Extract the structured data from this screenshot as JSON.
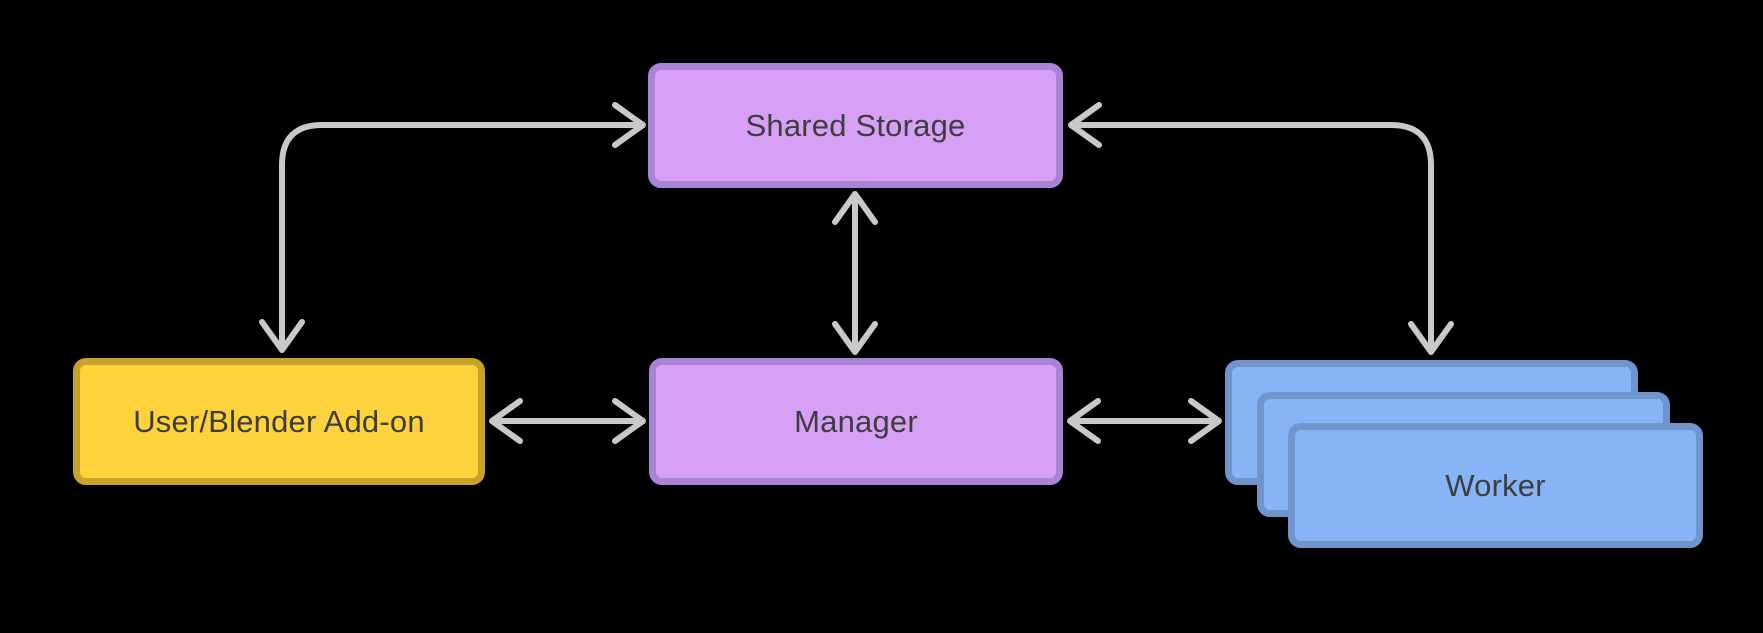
{
  "diagram": {
    "background": "#000000",
    "arrow_color": "#c9c9c9",
    "text_color": "#3d3d3d",
    "nodes": {
      "shared_storage": {
        "label": "Shared Storage",
        "fill": "#d7a0f6",
        "border": "#aa83d7"
      },
      "user_blender_addon": {
        "label": "User/Blender Add-on",
        "fill": "#fdd23c",
        "border": "#c7a32b"
      },
      "manager": {
        "label": "Manager",
        "fill": "#d7a0f6",
        "border": "#aa83d7"
      },
      "worker": {
        "label": "Worker",
        "fill": "#87b3f7",
        "border": "#7095cc",
        "stack_count": 3
      }
    },
    "edges": [
      {
        "from": "user_blender_addon",
        "to": "shared_storage",
        "direction": "bidirectional",
        "shape": "elbow"
      },
      {
        "from": "worker",
        "to": "shared_storage",
        "direction": "bidirectional",
        "shape": "elbow"
      },
      {
        "from": "shared_storage",
        "to": "manager",
        "direction": "bidirectional",
        "shape": "straight"
      },
      {
        "from": "user_blender_addon",
        "to": "manager",
        "direction": "bidirectional",
        "shape": "straight"
      },
      {
        "from": "manager",
        "to": "worker",
        "direction": "bidirectional",
        "shape": "straight"
      }
    ]
  }
}
